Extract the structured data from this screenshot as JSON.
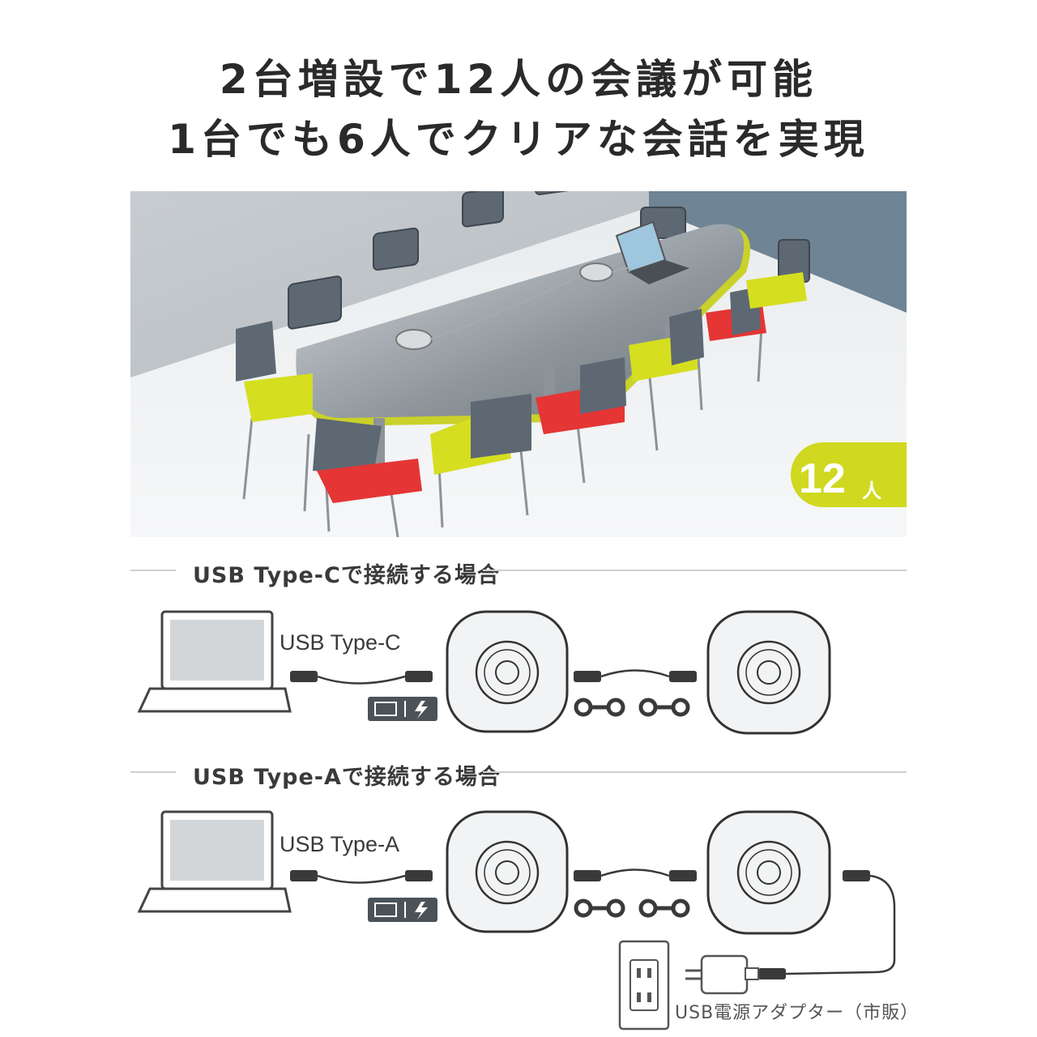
{
  "headline": {
    "line1": "2台増設で12人の会議が可能",
    "line2": "1台でも6人でクリアな会話を実現"
  },
  "scene": {
    "badge_number": "12",
    "badge_unit": "人",
    "colors": {
      "accent_yellow": "#d4dc1e",
      "accent_red": "#e02a2a",
      "wall": "#6e8393",
      "chair": "#5d6873"
    }
  },
  "sections": [
    {
      "label": "USB Type-Cで接続する場合",
      "port_label": "USB Type-C"
    },
    {
      "label": "USB Type-Aで接続する場合",
      "port_label": "USB Type-A",
      "adapter_label": "USB電源アダプター（市販）"
    }
  ],
  "icons": {
    "laptop": "laptop-icon",
    "speakerphone": "speakerphone-icon",
    "cable": "usb-cable-icon",
    "power_badge": "pc-charge-badge-icon",
    "link": "link-ring-icon",
    "outlet": "wall-outlet-icon",
    "adapter": "power-adapter-icon"
  }
}
